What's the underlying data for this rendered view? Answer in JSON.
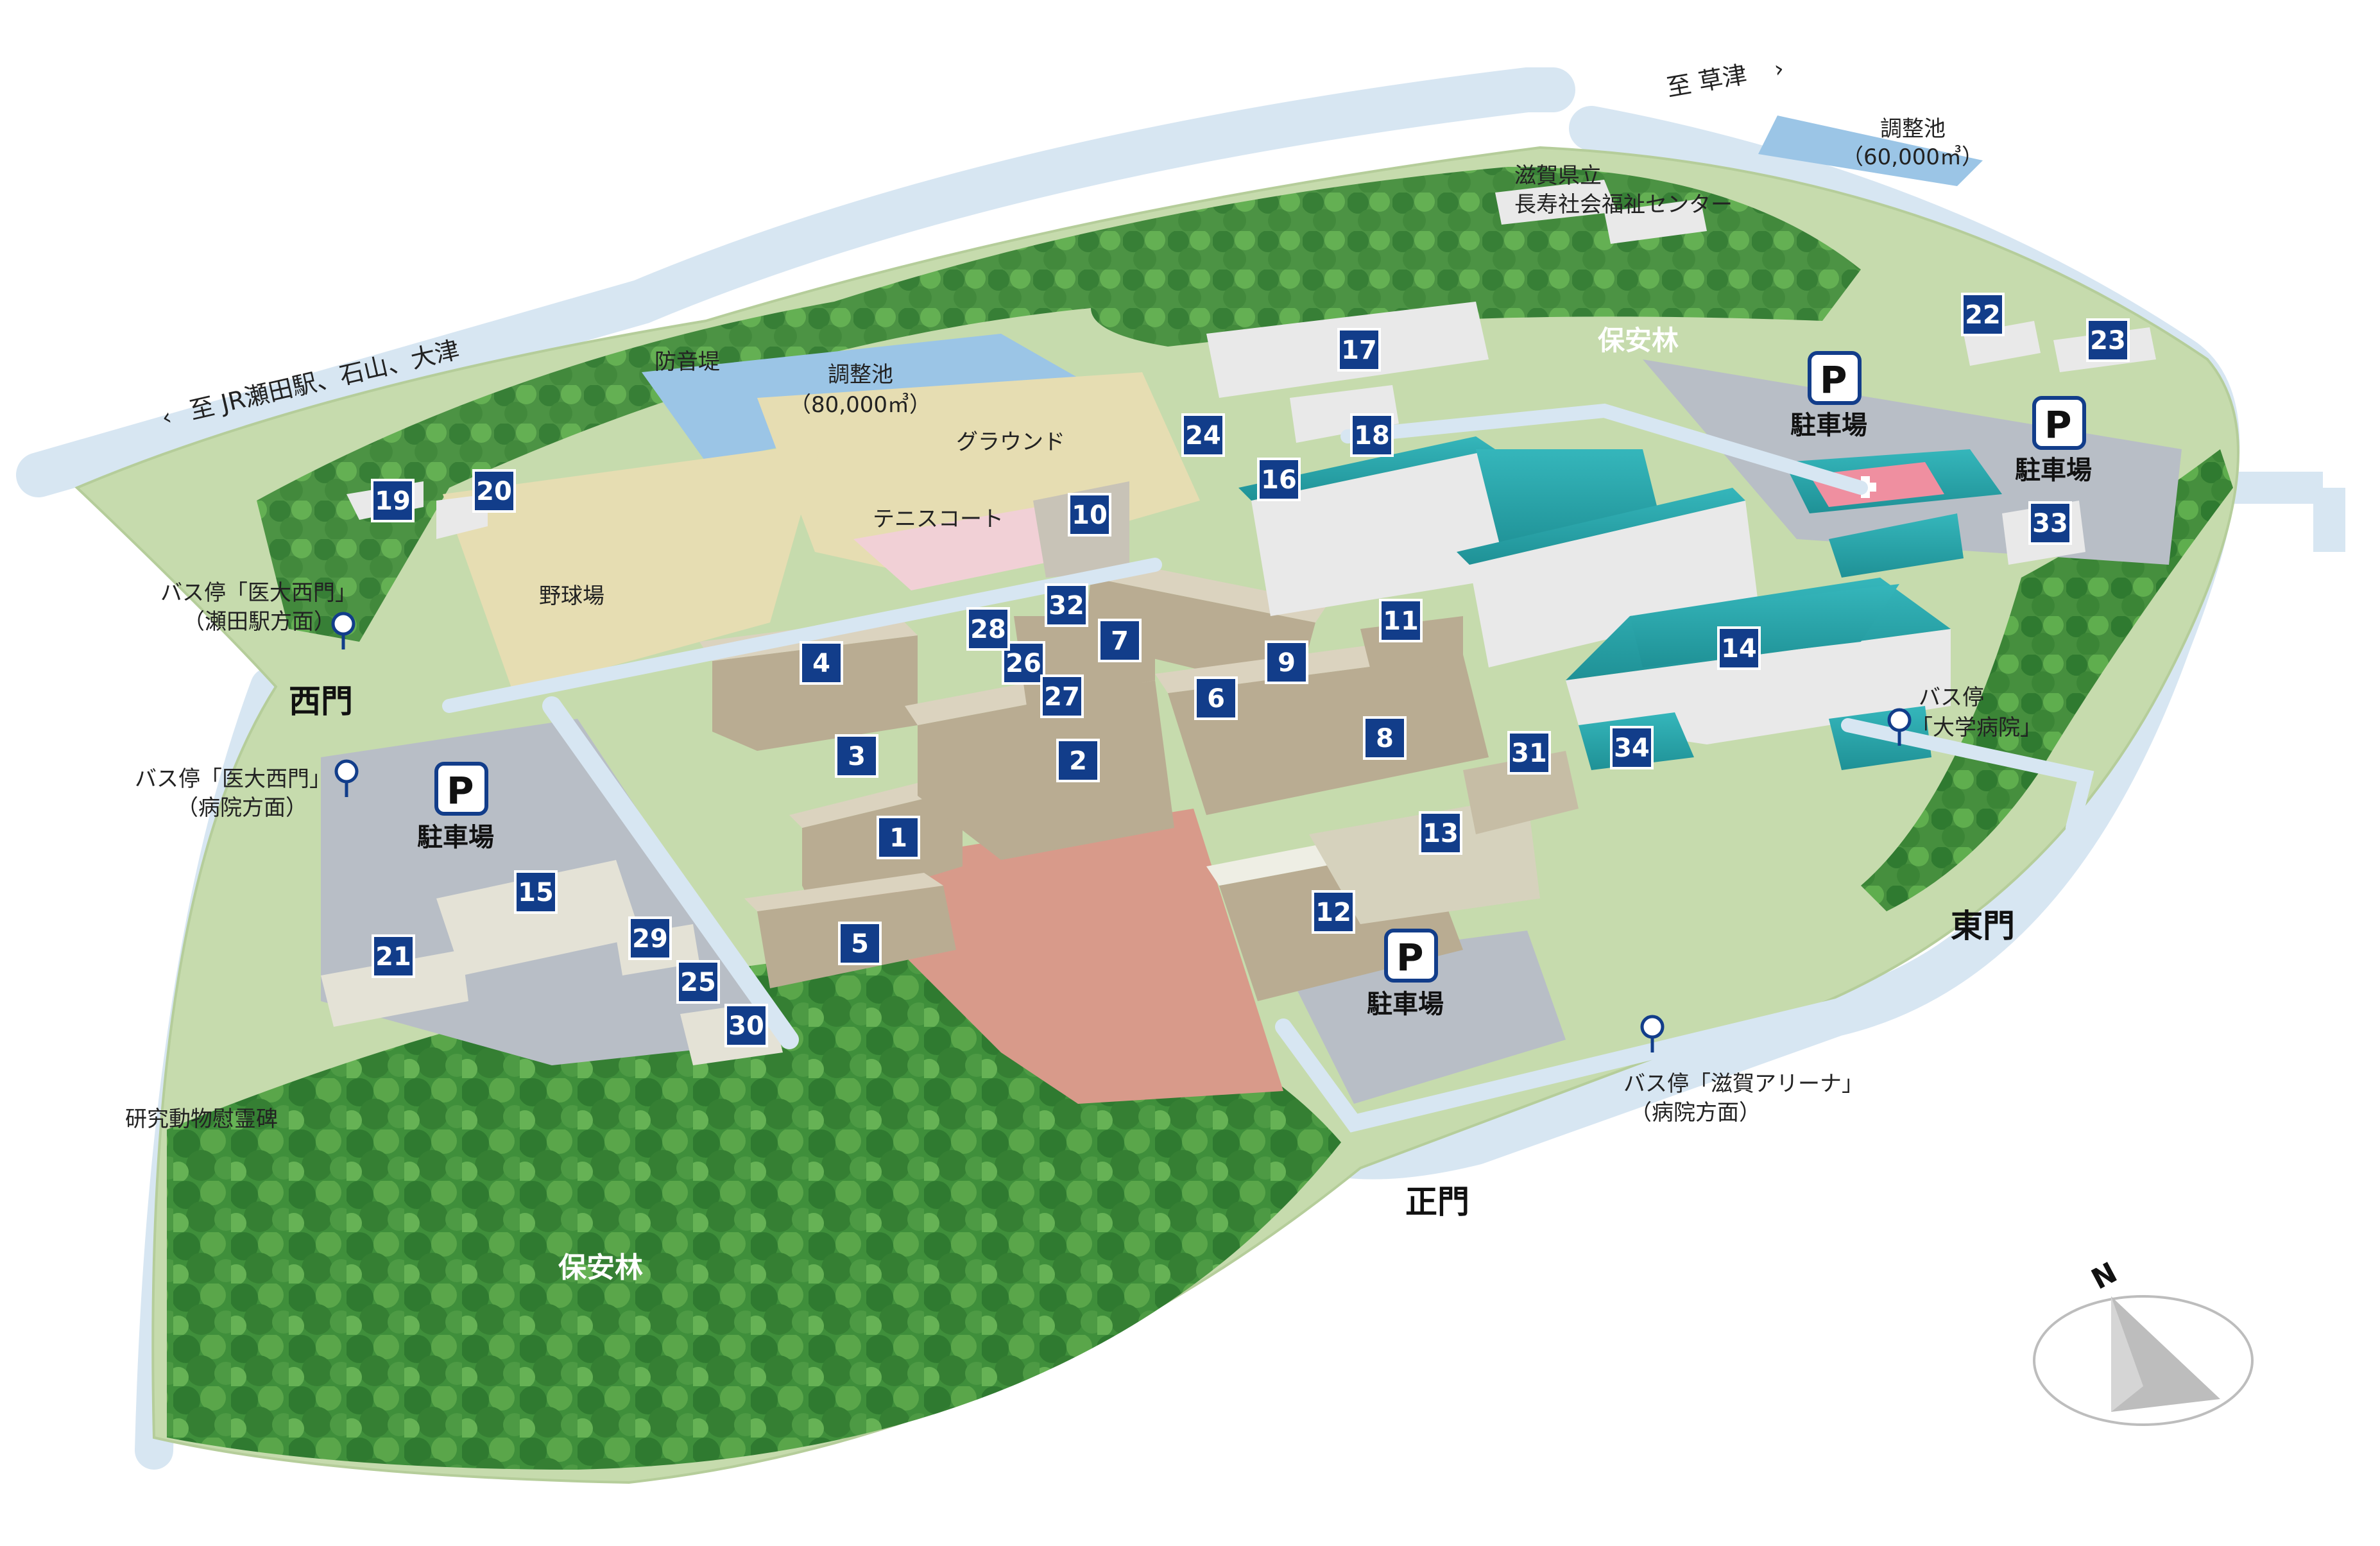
{
  "colors": {
    "campus_ground": "#c8dbb0",
    "forest": "#3d8c3a",
    "road": "#d4e3f0",
    "parking": "#b7bdc4",
    "building": "#bfb49c",
    "building_roof": "#ddd6c4",
    "hospital": "#2eaab0",
    "badge": "#123d8a",
    "plaza": "#d89a8a",
    "water": "#9bc5e6",
    "field": "#e6ddb2",
    "tennis": "#f1d0d6"
  },
  "directions": {
    "kusatsu": "至 草津",
    "seta": "至 JR瀬田駅、石山、大津"
  },
  "gates": {
    "west": "西門",
    "east": "東門",
    "main": "正門"
  },
  "labels": {
    "pond_north": "調整池",
    "pond_north_size": "（60,000㎥）",
    "pond_west": "調整池",
    "pond_west_size": "（80,000㎥）",
    "soundwall": "防音堤",
    "ground": "グラウンド",
    "tennis": "テニスコート",
    "baseball": "野球場",
    "welfare_line1": "滋賀県立",
    "welfare_line2": "長寿社会福祉センター",
    "forest_north": "保安林",
    "forest_south": "保安林",
    "monument": "研究動物慰霊碑"
  },
  "parking": [
    {
      "symbol": "P",
      "label": "駐車場"
    },
    {
      "symbol": "P",
      "label": "駐車場"
    },
    {
      "symbol": "P",
      "label": "駐車場"
    },
    {
      "symbol": "P",
      "label": "駐車場"
    }
  ],
  "bus_stops": [
    {
      "line1": "バス停「医大西門」",
      "line2": "（瀬田駅方面）"
    },
    {
      "line1": "バス停「医大西門」",
      "line2": "（病院方面）"
    },
    {
      "line1": "バス停",
      "line2": "「大学病院」"
    },
    {
      "line1": "バス停「滋賀アリーナ」",
      "line2": "（病院方面）"
    }
  ],
  "buildings": [
    "1",
    "2",
    "3",
    "4",
    "5",
    "6",
    "7",
    "8",
    "9",
    "10",
    "11",
    "12",
    "13",
    "14",
    "15",
    "16",
    "17",
    "18",
    "19",
    "20",
    "21",
    "22",
    "23",
    "24",
    "25",
    "26",
    "27",
    "28",
    "29",
    "30",
    "31",
    "32",
    "33",
    "34"
  ],
  "compass": "N"
}
